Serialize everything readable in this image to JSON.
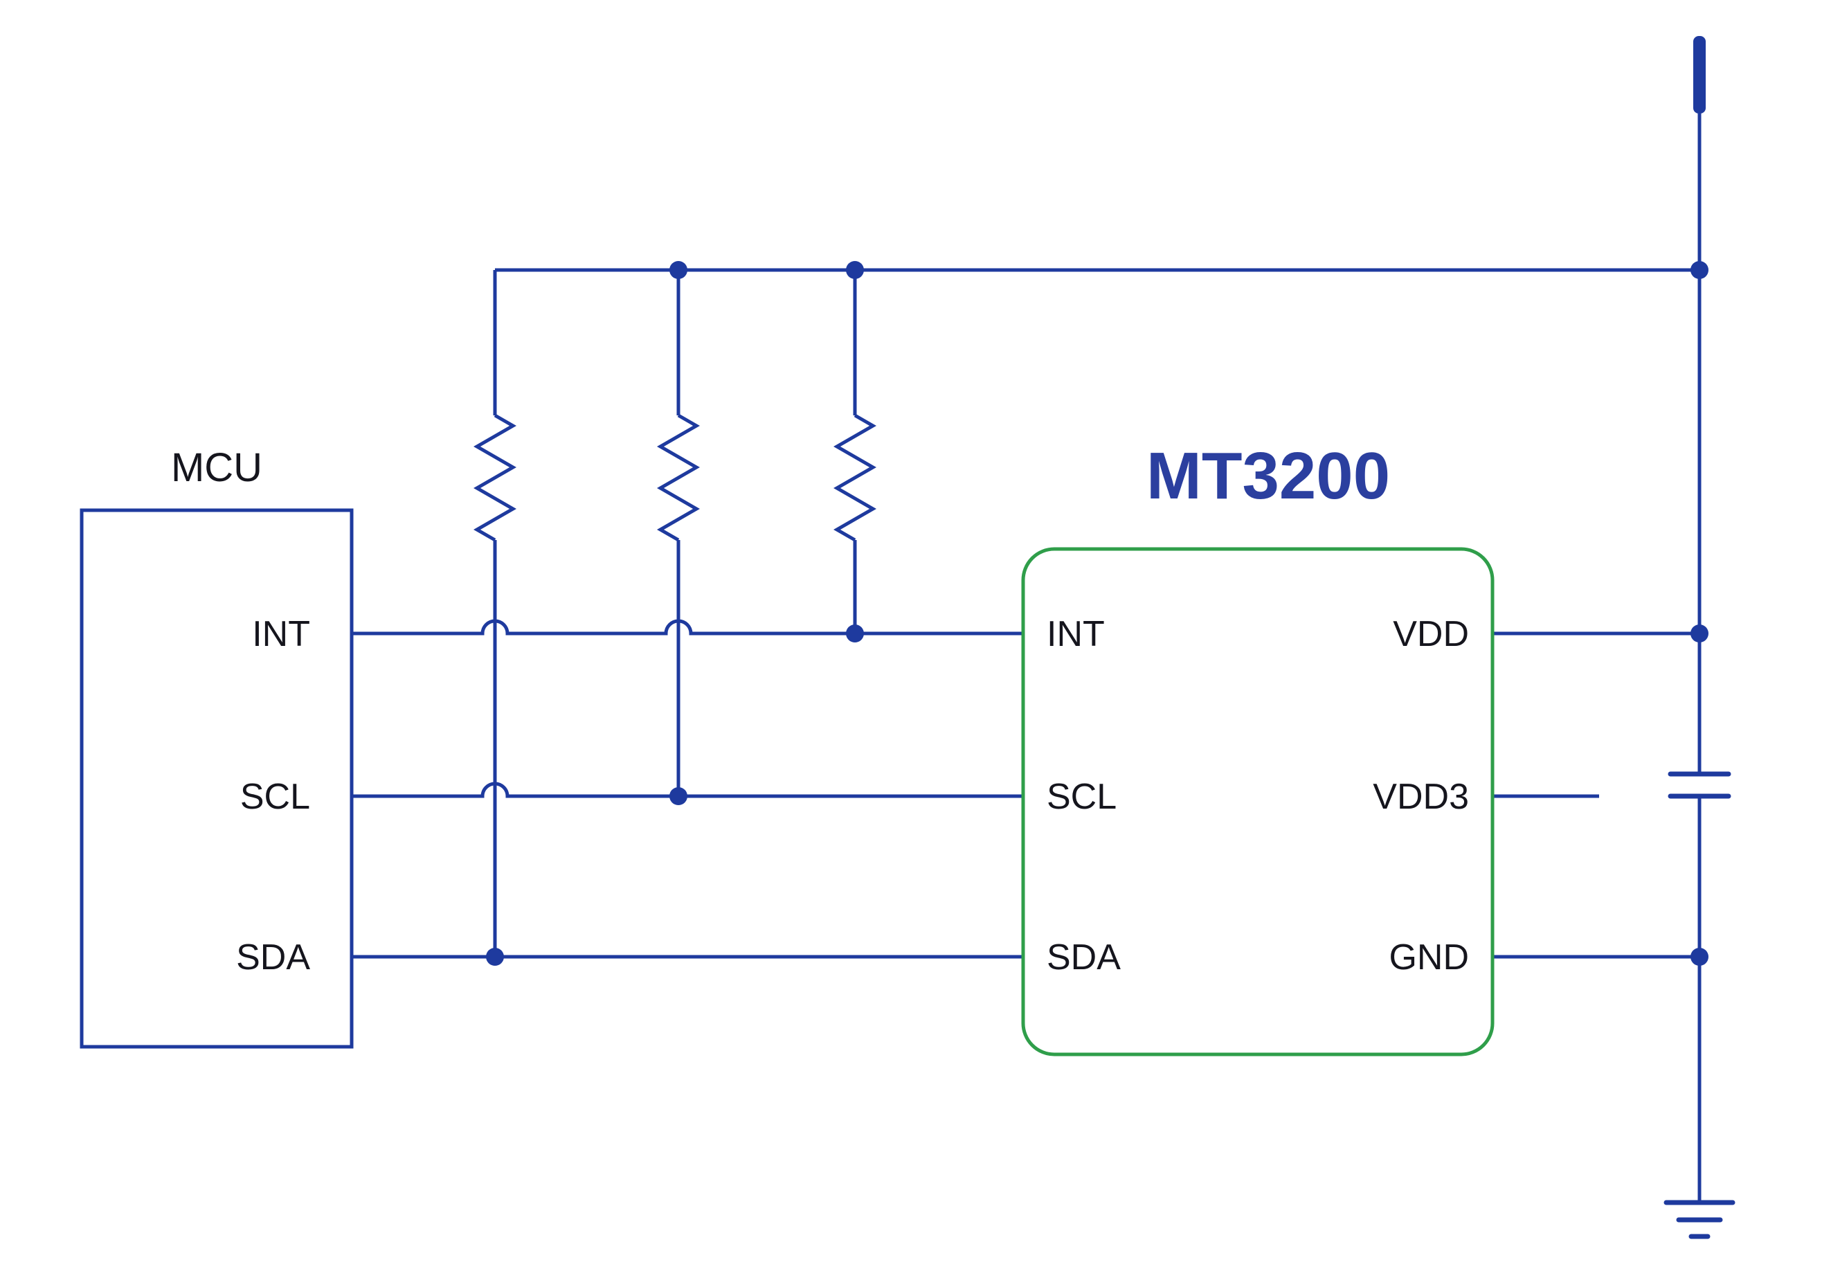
{
  "components": {
    "mcu": {
      "label": "MCU",
      "pins": [
        "INT",
        "SCL",
        "SDA"
      ]
    },
    "mt3200": {
      "label": "MT3200",
      "left_pins": [
        "INT",
        "SCL",
        "SDA"
      ],
      "right_pins": [
        "VDD",
        "VDD3",
        "GND"
      ]
    },
    "symbols": {
      "pullup_resistors": 3,
      "power": "vdd-power-bar",
      "capacitor": "decoupling-capacitor",
      "ground": "earth-ground"
    }
  },
  "nets": {
    "int": [
      "MCU.INT",
      "MT3200.INT",
      "pullup-resistor-3"
    ],
    "scl": [
      "MCU.SCL",
      "MT3200.SCL",
      "pullup-resistor-2"
    ],
    "sda": [
      "MCU.SDA",
      "MT3200.SDA",
      "pullup-resistor-1"
    ],
    "vdd": [
      "MT3200.VDD",
      "pullup-rail",
      "capacitor-top"
    ],
    "gnd": [
      "MT3200.GND",
      "capacitor-bottom",
      "earth-ground"
    ],
    "vdd3_stub": [
      "MT3200.VDD3"
    ]
  },
  "colors": {
    "wire": "#1e3a9e",
    "chip_outline": "#2f9e4a",
    "label_text": "#15151d",
    "title_text": "#2b3f9f",
    "background": "#ffffff"
  }
}
